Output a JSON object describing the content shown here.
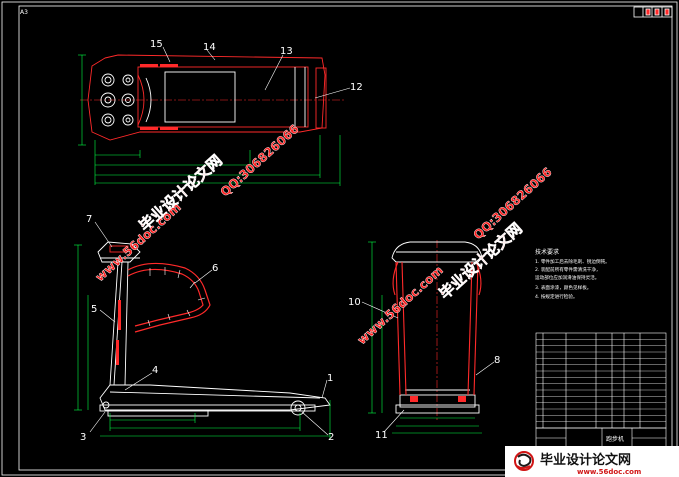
{
  "colors": {
    "background": "#000000",
    "frame": "#ffffff",
    "outline": "#ffffff",
    "detail_red": "#ff2a2a",
    "center_line": "#ff2a2a",
    "dimension": "#00ff44",
    "leader": "#ffffff",
    "watermark": "#ff1e1e",
    "table_line": "#ffffff",
    "table_text": "#ffffff"
  },
  "corner_marks": {
    "top_left": "A3"
  },
  "part_numbers": [
    "1",
    "2",
    "3",
    "4",
    "5",
    "6",
    "7",
    "8",
    "10",
    "11",
    "12",
    "13",
    "14",
    "15"
  ],
  "technical_requirements": {
    "title": "技术要求",
    "items": [
      "1. 零件加工后去除毛刺、锐边倒钝。",
      "2. 装配前所有零件需清洗干净，",
      "   运动部位应加润滑油保持灵活。",
      "3. 表面涂漆，颜色见样板。",
      "4. 按规定进行检验。"
    ]
  },
  "title_block": {
    "drawing_name": "跑步机"
  },
  "watermarks": {
    "site": "www.56doc.com",
    "qq": "QQ:306826066",
    "label": "毕业设计论文网",
    "footer_text": "毕业设计论文网",
    "footer_url": "www.56doc.com"
  },
  "icons": {
    "top_right_toolbar": "window-controls-icon",
    "footer_logo": "swirl-logo-icon"
  }
}
